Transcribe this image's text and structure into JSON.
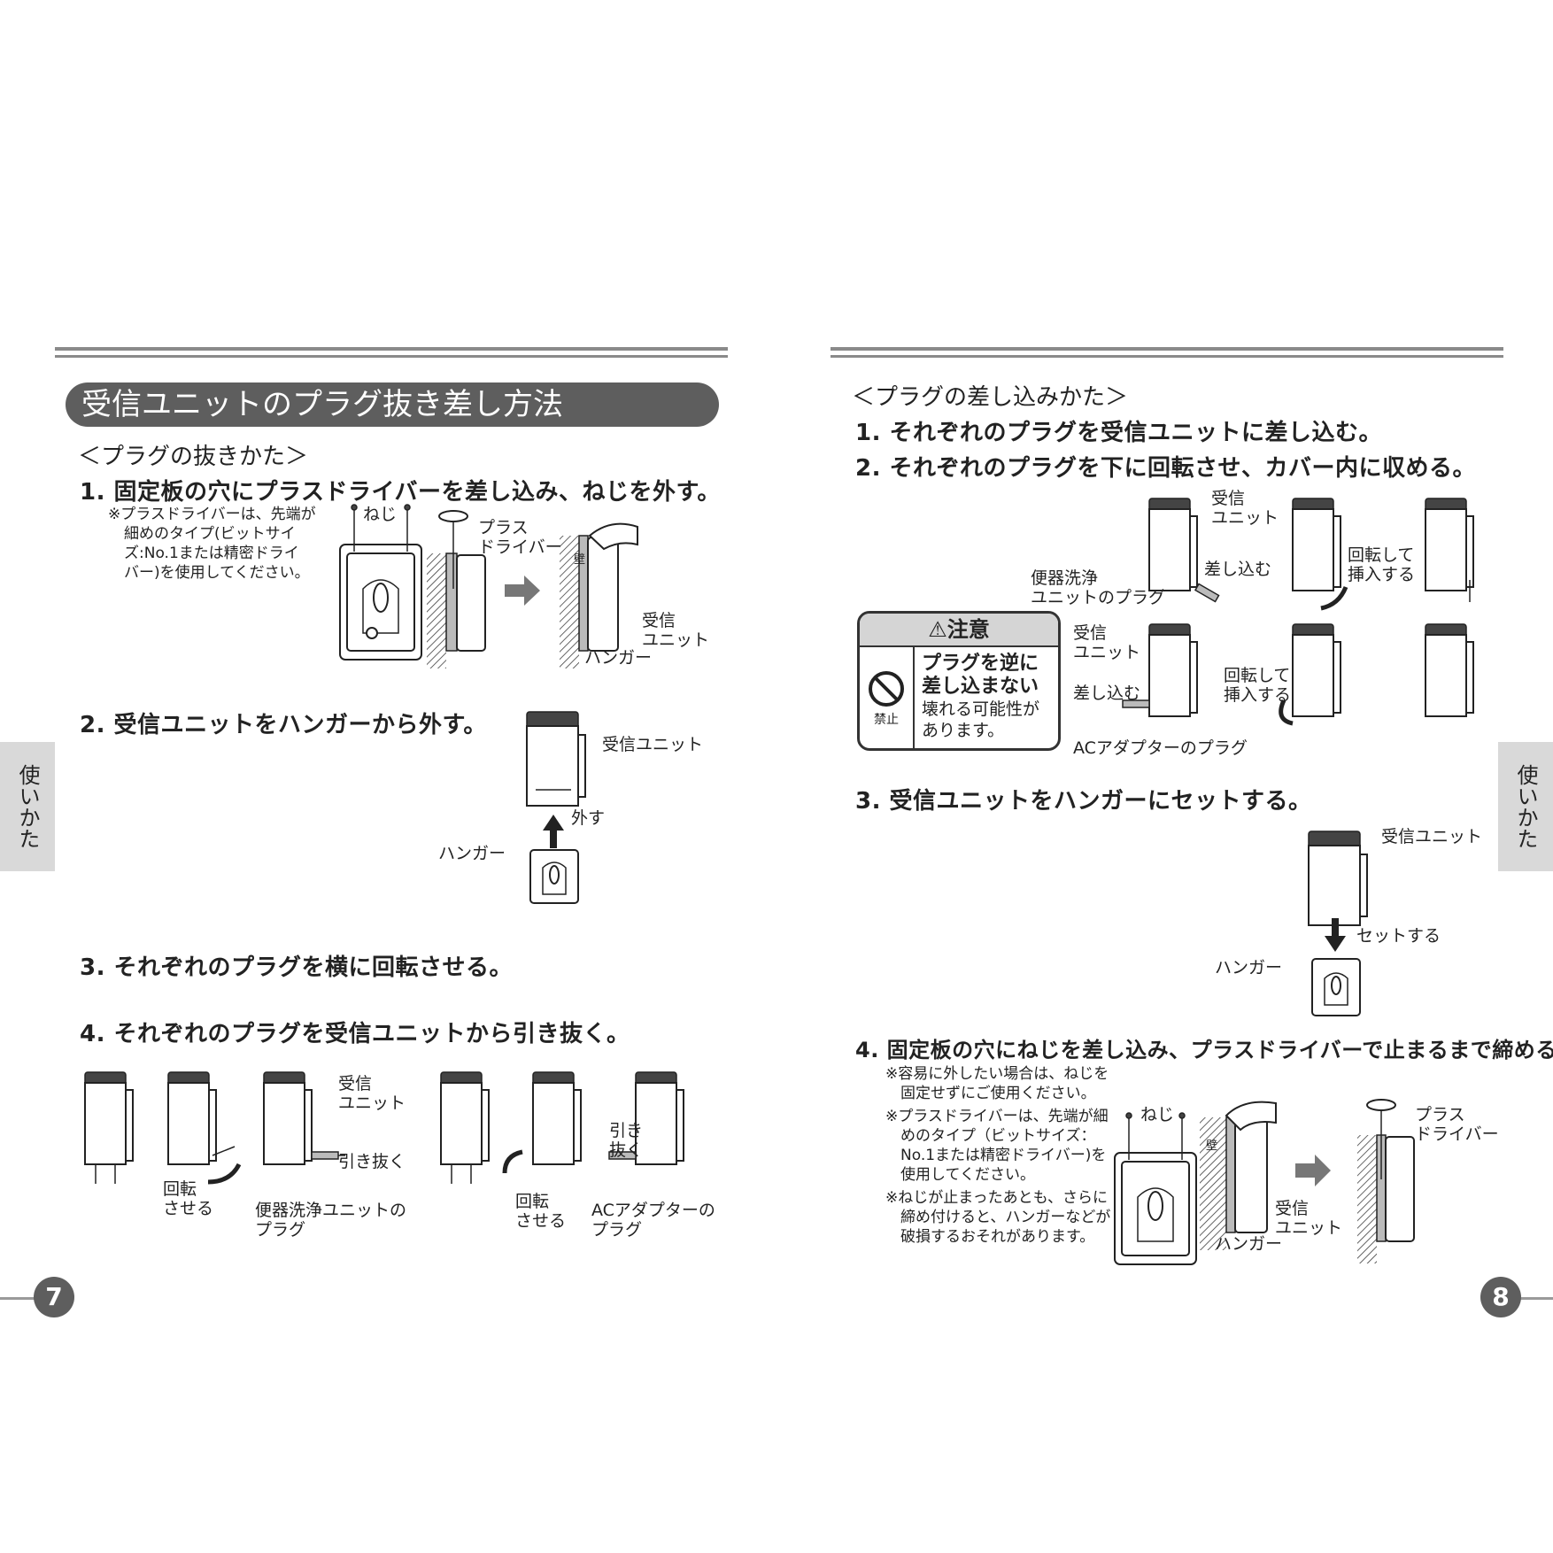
{
  "left_page": {
    "title": "受信ユニットのプラグ抜き差し方法",
    "section": "＜プラグの抜きかた＞",
    "step1": "1. 固定板の穴にプラスドライバーを差し込み、ねじを外す。",
    "step1_note": [
      "※プラスドライバーは、先端が",
      "細めのタイプ(ビットサイ",
      "ズ:No.1または精密ドライ",
      "バー)を使用してください。"
    ],
    "fig1_labels": {
      "screw": "ねじ",
      "driver_1": "プラス",
      "driver_2": "ドライバー",
      "wall": "壁",
      "unit_1": "受信",
      "unit_2": "ユニット",
      "hanger": "ハンガー"
    },
    "step2": "2. 受信ユニットをハンガーから外す。",
    "fig2_labels": {
      "unit": "受信ユニット",
      "remove": "外す",
      "hanger": "ハンガー"
    },
    "step3": "3. それぞれのプラグを横に回転させる。",
    "step4": "4. それぞれのプラグを受信ユニットから引き抜く。",
    "fig4_labels": {
      "rotate_1": "回転",
      "rotate_2": "させる",
      "unit_1": "受信",
      "unit_2": "ユニット",
      "pull_out": "引き抜く",
      "toilet_plug_1": "便器洗浄ユニットの",
      "toilet_plug_2": "プラグ",
      "rotate2_1": "回転",
      "rotate2_2": "させる",
      "pull2_1": "引き",
      "pull2_2": "抜く",
      "ac_plug_1": "ACアダプターの",
      "ac_plug_2": "プラグ"
    },
    "side_tab": "使いかた",
    "page_number": "7"
  },
  "right_page": {
    "section": "＜プラグの差し込みかた＞",
    "step1": "1. それぞれのプラグを受信ユニットに差し込む。",
    "step2": "2. それぞれのプラグを下に回転させ、カバー内に収める。",
    "fig_labels": {
      "unit_1": "受信",
      "unit_2": "ユニット",
      "insert": "差し込む",
      "toilet_plug_1": "便器洗浄",
      "toilet_plug_2": "ユニットのプラグ",
      "rotate_insert_1": "回転して",
      "rotate_insert_2": "挿入する",
      "unit2_1": "受信",
      "unit2_2": "ユニット",
      "insert2": "差し込む",
      "ac_plug": "ACアダプターのプラグ",
      "rotate_insert2_1": "回転して",
      "rotate_insert2_2": "挿入する"
    },
    "caution": {
      "header": "⚠注意",
      "prohibited": "禁止",
      "line1": "プラグを逆に",
      "line2": "差し込まない",
      "line3": "壊れる可能性が",
      "line4": "あります。"
    },
    "step3": "3. 受信ユニットをハンガーにセットする。",
    "fig3_labels": {
      "unit": "受信ユニット",
      "set": "セットする",
      "hanger": "ハンガー"
    },
    "step4": "4. 固定板の穴にねじを差し込み、プラスドライバーで止まるまで締める。",
    "step4_notes": [
      "※容易に外したい場合は、ねじを",
      "　固定せずにご使用ください。",
      "※プラスドライバーは、先端が細",
      "　めのタイプ（ビットサイズ：",
      "　No.1または精密ドライバー)を",
      "　使用してください。",
      "※ねじが止まったあとも、さらに",
      "　締め付けると、ハンガーなどが",
      "　破損するおそれがあります。"
    ],
    "fig4_labels": {
      "screw": "ねじ",
      "wall": "壁",
      "unit_1": "受信",
      "unit_2": "ユニット",
      "hanger": "ハンガー",
      "driver_1": "プラス",
      "driver_2": "ドライバー"
    },
    "side_tab": "使いかた",
    "page_number": "8"
  }
}
